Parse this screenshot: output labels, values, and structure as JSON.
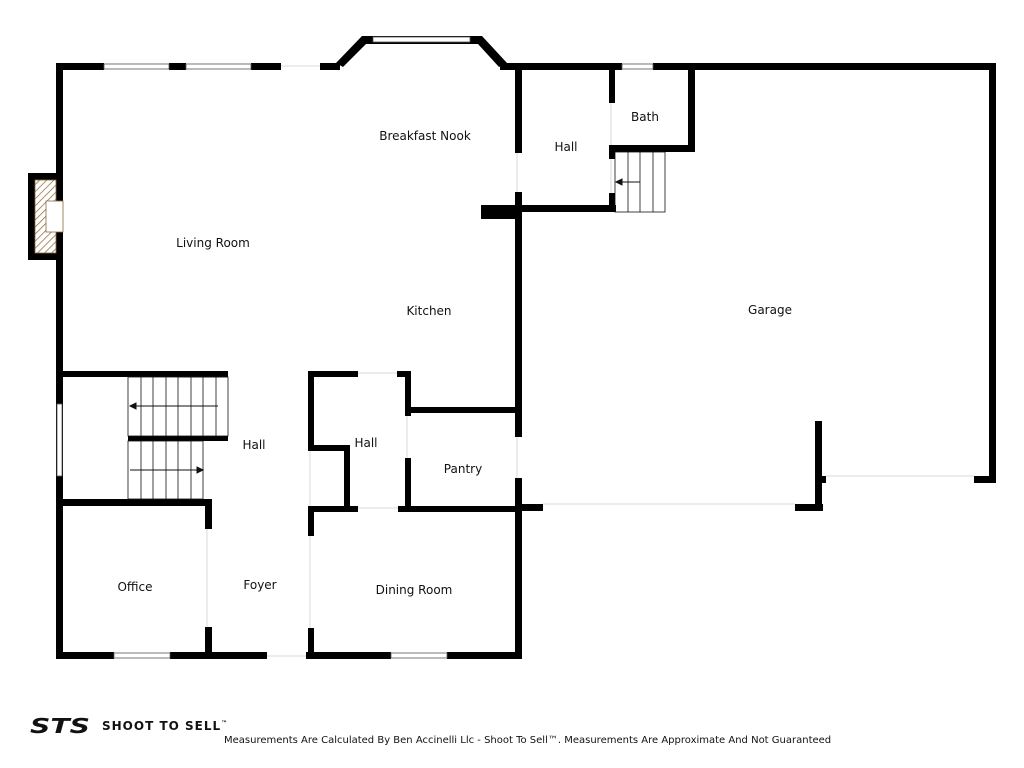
{
  "rooms": {
    "breakfast_nook": "Breakfast Nook",
    "living_room": "Living Room",
    "kitchen": "Kitchen",
    "hall_upper": "Hall",
    "bath": "Bath",
    "garage": "Garage",
    "hall_stairs": "Hall",
    "hall_middle": "Hall",
    "pantry": "Pantry",
    "office": "Office",
    "foyer": "Foyer",
    "dining_room": "Dining Room"
  },
  "footer": {
    "logo_text": "STS",
    "brand": "SHOOT TO SELL",
    "brand_tm": "™",
    "disclaimer": "Measurements Are Calculated By Ben Accinelli Llc - Shoot To Sell™. Measurements Are Approximate And Not Guaranteed"
  },
  "colors": {
    "wall": "#000000",
    "window": "#9a9a9a",
    "fireplace_hatch": "#8a6a3a",
    "background": "#ffffff"
  }
}
